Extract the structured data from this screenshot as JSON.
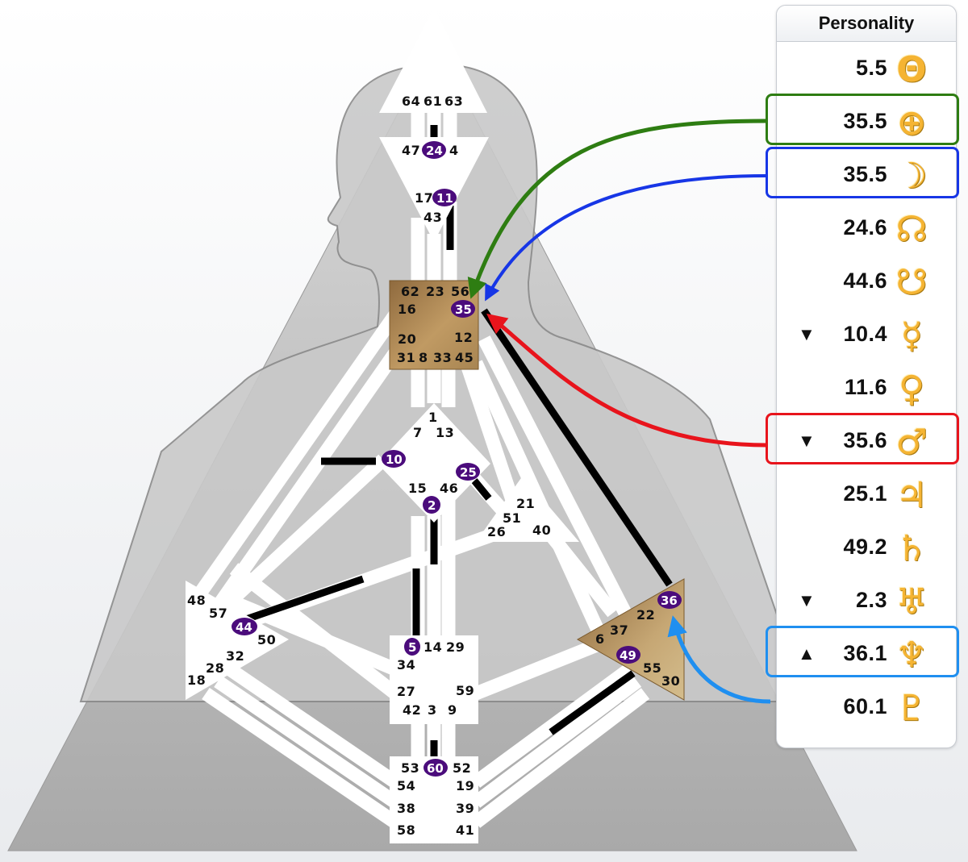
{
  "panel": {
    "title": "Personality",
    "rows": [
      {
        "value": "5.5",
        "symbol": "Θ",
        "icon": "sun-cross-icon",
        "arrow": ""
      },
      {
        "value": "35.5",
        "symbol": "⊕",
        "icon": "earth-icon",
        "arrow": ""
      },
      {
        "value": "35.5",
        "symbol": "☽",
        "icon": "moon-icon",
        "arrow": ""
      },
      {
        "value": "24.6",
        "symbol": "☊",
        "icon": "north-node-icon",
        "arrow": ""
      },
      {
        "value": "44.6",
        "symbol": "☋",
        "icon": "south-node-icon",
        "arrow": ""
      },
      {
        "value": "10.4",
        "symbol": "☿",
        "icon": "mercury-icon",
        "arrow": "▼"
      },
      {
        "value": "11.6",
        "symbol": "♀",
        "icon": "venus-icon",
        "arrow": ""
      },
      {
        "value": "35.6",
        "symbol": "♂",
        "icon": "mars-icon",
        "arrow": "▼"
      },
      {
        "value": "25.1",
        "symbol": "♃",
        "icon": "jupiter-icon",
        "arrow": ""
      },
      {
        "value": "49.2",
        "symbol": "♄",
        "icon": "saturn-icon",
        "arrow": ""
      },
      {
        "value": "2.3",
        "symbol": "♅",
        "icon": "uranus-icon",
        "arrow": "▼"
      },
      {
        "value": "36.1",
        "symbol": "♆",
        "icon": "neptune-icon",
        "arrow": "▲"
      },
      {
        "value": "60.1",
        "symbol": "♇",
        "icon": "pluto-icon",
        "arrow": ""
      }
    ]
  },
  "highlights": [
    {
      "row": 1,
      "color": "#2e7d12"
    },
    {
      "row": 2,
      "color": "#1736e6"
    },
    {
      "row": 7,
      "color": "#e8141c"
    },
    {
      "row": 11,
      "color": "#1f8ff0"
    }
  ],
  "colors": {
    "activation": "#4b0c7c",
    "defined_center": "#b08a55",
    "channel_active": "#000000",
    "channel": "#ffffff"
  },
  "centers": {
    "head": [
      "64",
      "61",
      "63"
    ],
    "ajna": [
      "47",
      "24",
      "4",
      "17",
      "11",
      "43"
    ],
    "throat": [
      "62",
      "23",
      "56",
      "16",
      "35",
      "20",
      "12",
      "31",
      "8",
      "33",
      "45"
    ],
    "g": [
      "1",
      "7",
      "13",
      "10",
      "25",
      "15",
      "46",
      "2"
    ],
    "heart": [
      "21",
      "51",
      "26",
      "40"
    ],
    "spleen": [
      "48",
      "57",
      "44",
      "50",
      "32",
      "28",
      "18"
    ],
    "sacral": [
      "5",
      "14",
      "29",
      "34",
      "27",
      "59",
      "42",
      "3",
      "9"
    ],
    "solar": [
      "36",
      "22",
      "37",
      "6",
      "49",
      "55",
      "30"
    ],
    "root": [
      "53",
      "60",
      "52",
      "54",
      "19",
      "38",
      "39",
      "58",
      "41"
    ]
  },
  "activated_gates": [
    "24",
    "11",
    "35",
    "10",
    "25",
    "2",
    "44",
    "5",
    "36",
    "49",
    "60"
  ]
}
